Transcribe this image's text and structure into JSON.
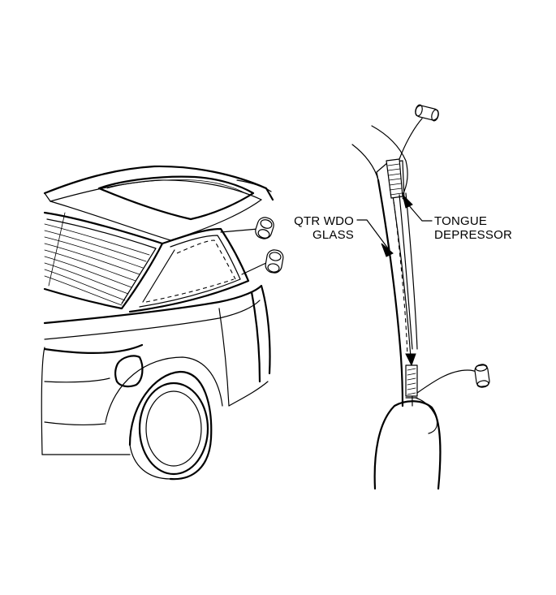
{
  "callouts": {
    "qtr_wdo_glass": [
      "QTR WDO",
      "GLASS"
    ],
    "tongue_depressor": [
      "TONGUE",
      "DEPRESSOR"
    ]
  },
  "colors": {
    "line": "#000000",
    "background": "#ffffff"
  }
}
